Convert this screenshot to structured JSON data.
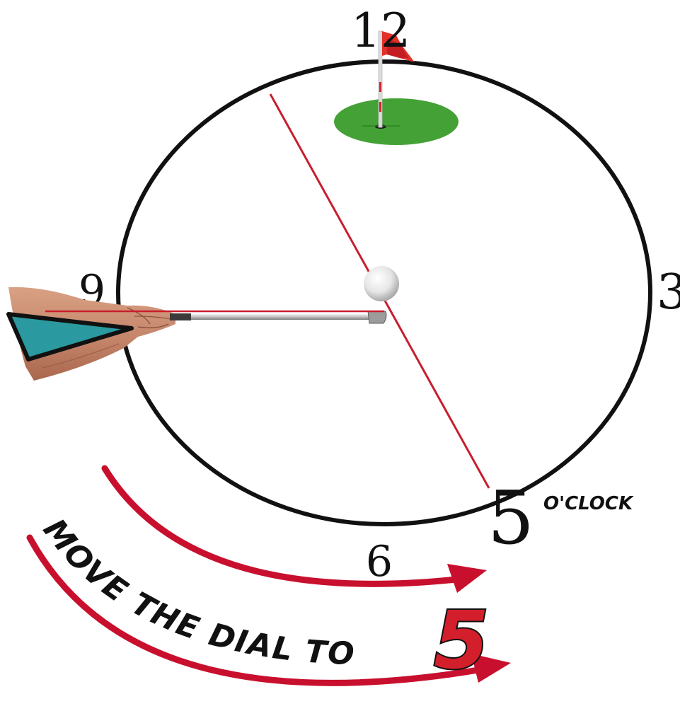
{
  "clock": {
    "n12": "12",
    "n3": "3",
    "n9": "9",
    "n6": "6",
    "n5": "5",
    "oclock": "O'CLOCK"
  },
  "caption": {
    "text": "MOVE THE DIAL TO",
    "number": "5"
  },
  "colors": {
    "dial_outline": "#111111",
    "aim_line": "#c81e2d",
    "arrows": "#c8102e",
    "green": "#44a135",
    "flag": "#e0322a",
    "grip": "#2a9aa0",
    "skin": "#c98b6b",
    "big_five_fill": "#d21f2b"
  },
  "icons": [
    "golf-flag-icon",
    "putting-green-icon",
    "golf-ball-icon",
    "golf-club-icon",
    "hands-icon",
    "curved-arrow-icon"
  ]
}
